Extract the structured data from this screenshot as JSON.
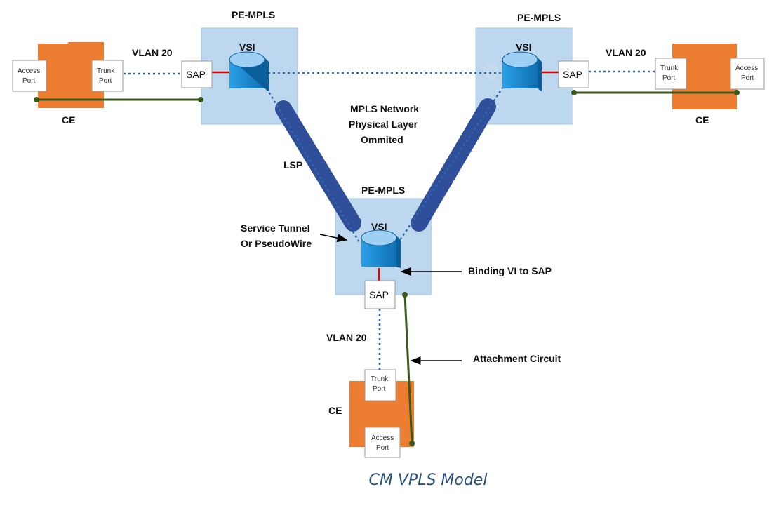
{
  "pe_label": "PE-MPLS",
  "vsi_label": "VSI",
  "sap_label": "SAP",
  "vlan_label": "VLAN 20",
  "ce_label": "CE",
  "access_port": [
    "Access",
    "Port"
  ],
  "trunk_port": [
    "Trunk",
    "Port"
  ],
  "network_label": [
    "MPLS Network",
    "Physical Layer",
    "Ommited"
  ],
  "lsp_label": "LSP",
  "service_tunnel_label": [
    "Service Tunnel",
    "Or PseudoWire"
  ],
  "binding_label": "Binding VI to SAP",
  "attachment_label": "Attachment Circuit",
  "caption": "CM VPLS Model",
  "colors": {
    "pe_box": "#bdd7ee",
    "ce_box": "#ed7d31",
    "lsp_tube": "#2f4f9a",
    "vsi_front": "#1d8ad0",
    "attachment": "#3b5a1e",
    "vlan_dots": "#2e6aa8",
    "binding": "#e00000"
  }
}
